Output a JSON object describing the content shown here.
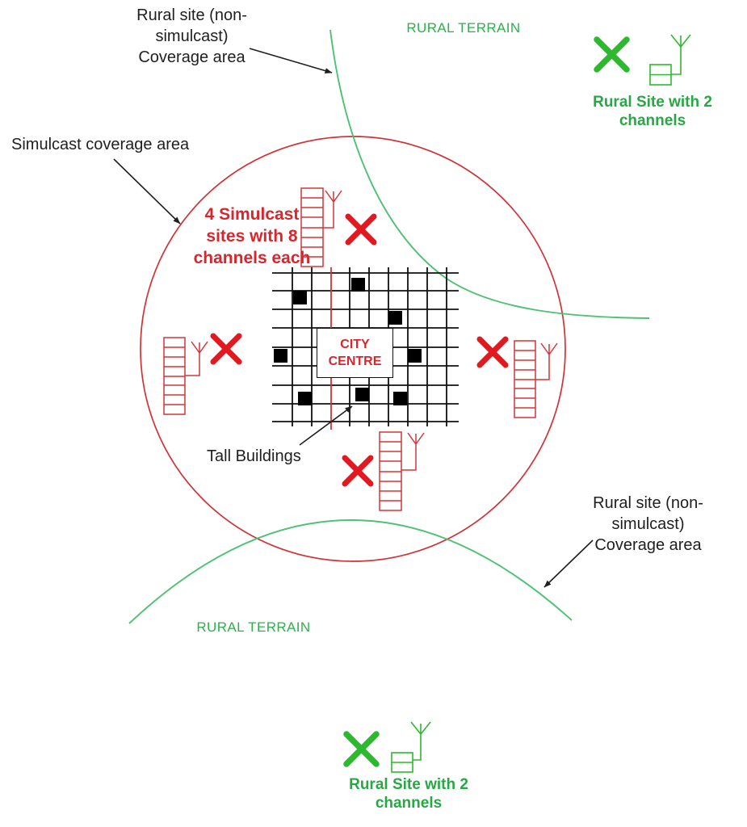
{
  "labels": {
    "rural_site_coverage_top": "Rural site (non-\nsimulcast)\nCoverage area",
    "rural_terrain_top": "RURAL TERRAIN",
    "rural_site_2ch_top_right": "Rural Site with 2\nchannels",
    "simulcast_coverage": "Simulcast coverage area",
    "simulcast_sites": "4 Simulcast\nsites with 8\nchannels each",
    "city_centre": "CITY\nCENTRE",
    "tall_buildings": "Tall Buildings",
    "rural_site_coverage_bottom": "Rural site (non-\nsimulcast)\nCoverage area",
    "rural_terrain_bottom": "RURAL TERRAIN",
    "rural_site_2ch_bottom": "Rural Site with 2\nchannels"
  },
  "icons": {
    "simulcast_site": "8-channel-ladder-antenna-icon",
    "rural_site": "2-channel-box-antenna-icon",
    "no_coverage_x": "x-mark-icon",
    "tall_building": "black-square",
    "annotation_arrow": "black-arrow-icon"
  },
  "colors": {
    "red_line": "#cf3338",
    "red_x": "#e01a20",
    "red_text": "#d9262c",
    "green_line": "#4ec173",
    "green_icon": "#2db92d",
    "green_text": "#27a844",
    "black": "#1f1f1f"
  },
  "figure": {
    "simulcast_site_count": 4,
    "simulcast_channels_per_site": 8,
    "rural_channels_per_site": 2,
    "tall_building_count": 8
  }
}
